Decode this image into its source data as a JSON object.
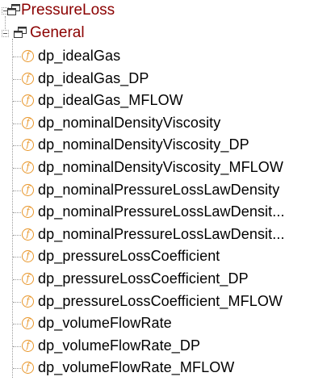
{
  "tree": {
    "root": {
      "label": "PressureLoss",
      "icon": "package-icon",
      "expanded": true
    },
    "group": {
      "label": "General",
      "icon": "package-icon",
      "expanded": true
    },
    "items": [
      {
        "label": "dp_idealGas",
        "icon": "function-icon"
      },
      {
        "label": "dp_idealGas_DP",
        "icon": "function-icon"
      },
      {
        "label": "dp_idealGas_MFLOW",
        "icon": "function-icon"
      },
      {
        "label": "dp_nominalDensityViscosity",
        "icon": "function-icon"
      },
      {
        "label": "dp_nominalDensityViscosity_DP",
        "icon": "function-icon"
      },
      {
        "label": "dp_nominalDensityViscosity_MFLOW",
        "icon": "function-icon"
      },
      {
        "label": "dp_nominalPressureLossLawDensity",
        "icon": "function-icon"
      },
      {
        "label": "dp_nominalPressureLossLawDensit...",
        "icon": "function-icon"
      },
      {
        "label": "dp_nominalPressureLossLawDensit...",
        "icon": "function-icon"
      },
      {
        "label": "dp_pressureLossCoefficient",
        "icon": "function-icon"
      },
      {
        "label": "dp_pressureLossCoefficient_DP",
        "icon": "function-icon"
      },
      {
        "label": "dp_pressureLossCoefficient_MFLOW",
        "icon": "function-icon"
      },
      {
        "label": "dp_volumeFlowRate",
        "icon": "function-icon"
      },
      {
        "label": "dp_volumeFlowRate_DP",
        "icon": "function-icon"
      },
      {
        "label": "dp_volumeFlowRate_MFLOW",
        "icon": "function-icon"
      }
    ],
    "function_glyph": "f",
    "colors": {
      "package_label": "#8b0000",
      "function_icon": "#e8962a"
    }
  }
}
